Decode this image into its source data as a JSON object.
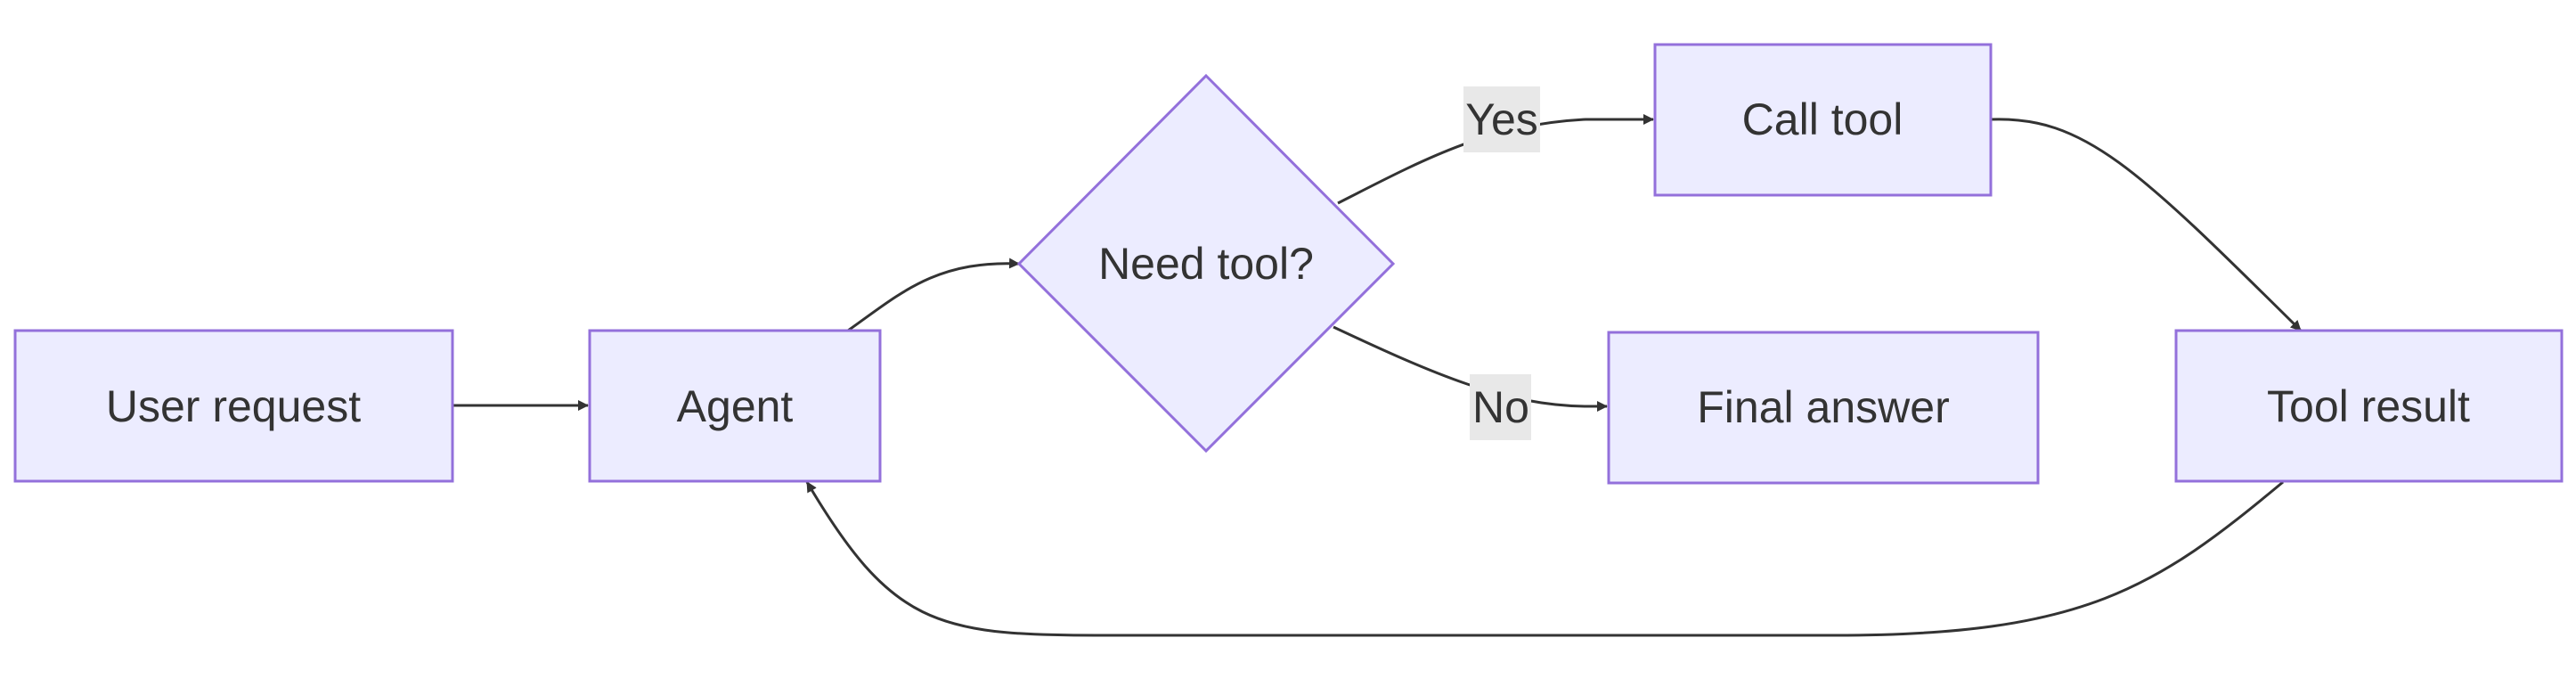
{
  "nodes": {
    "user_request": "User request",
    "agent": "Agent",
    "need_tool": "Need tool?",
    "call_tool": "Call tool",
    "final_answer": "Final answer",
    "tool_result": "Tool result"
  },
  "edges": {
    "yes_label": "Yes",
    "no_label": "No"
  },
  "colors": {
    "node_fill": "#ECECFF",
    "node_stroke": "#9370DB",
    "edge_stroke": "#333333",
    "label_background": "#E8E8E8"
  }
}
